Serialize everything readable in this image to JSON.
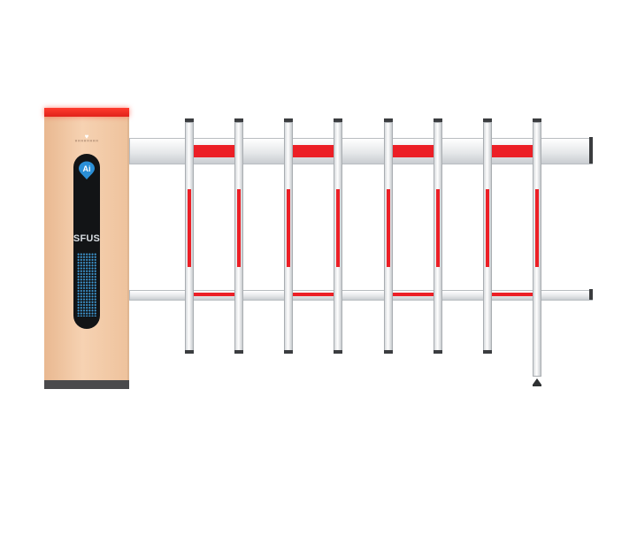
{
  "cabinet": {
    "brand_caption": "ꟸꟸꟸꟸꟸꟸꟸꟸ",
    "badge_text": "Ai",
    "panel_name": "SFUS"
  },
  "colors": {
    "body": "#f3c9a6",
    "panel": "#121416",
    "badge": "#2b8fd6",
    "warning_stripe": "#ec1f26",
    "boom": "#e6e8ea"
  },
  "icons": {
    "brand": "heart-logo-icon",
    "badge": "ai-pin-icon"
  }
}
